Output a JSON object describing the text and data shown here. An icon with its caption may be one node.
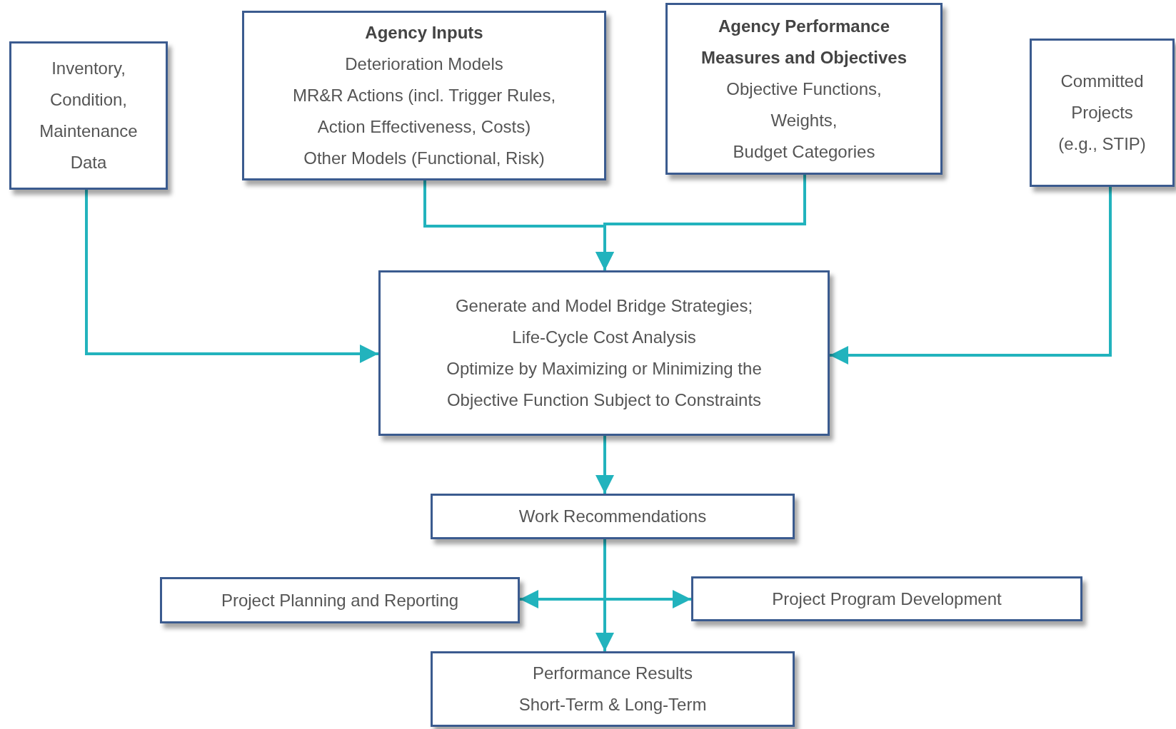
{
  "diagram": {
    "nodes": [
      {
        "text": [
          "Inventory, Condition, Maintenance Data"
        ]
      },
      {
        "text": [
          "Agency Inputs",
          "Deterioration Models",
          "MR&R Actions (incl. Trigger Rules, Action Effectiveness, Costs)",
          "Other Models (Functional, Risk)"
        ]
      },
      {
        "text": [
          "Agency Performance Measures and Objectives",
          "Objective Functions,",
          "Weights,",
          "Budget Categories"
        ]
      },
      {
        "text": [
          "Committed Projects (e.g., STIP)"
        ]
      },
      {
        "text": [
          "Generate and Model Bridge Strategies;",
          "Life-Cycle Cost Analysis",
          "Optimize by Maximizing or Minimizing the Objective Function Subject to Constraints"
        ]
      },
      {
        "text": [
          "Work Recommendations"
        ]
      },
      {
        "text": [
          "Project Planning and Reporting"
        ]
      },
      {
        "text": [
          "Project Program Development"
        ]
      },
      {
        "text": [
          "Performance Results",
          "Short-Term & Long-Term"
        ]
      }
    ],
    "edges": [
      {
        "from": 0,
        "to": 4,
        "arrow": "to"
      },
      {
        "from": 1,
        "to": 4,
        "arrow": "to"
      },
      {
        "from": 2,
        "to": 4,
        "arrow": "to"
      },
      {
        "from": 3,
        "to": 4,
        "arrow": "to"
      },
      {
        "from": 4,
        "to": 5,
        "arrow": "to"
      },
      {
        "from": 5,
        "to": 6,
        "arrow": "to"
      },
      {
        "from": 5,
        "to": 7,
        "arrow": "to"
      },
      {
        "from": 5,
        "to": 8,
        "arrow": "to"
      }
    ]
  }
}
